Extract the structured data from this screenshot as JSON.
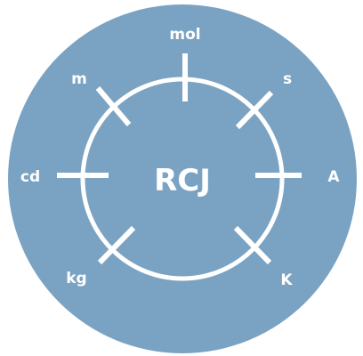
{
  "logo": {
    "center_text": "RCJ",
    "units": {
      "mol": "mol",
      "s": "s",
      "A": "A",
      "K": "K",
      "kg": "kg",
      "cd": "cd",
      "m": "m"
    }
  },
  "colors": {
    "disk": "#7aa3c3",
    "foreground": "#ffffff"
  }
}
